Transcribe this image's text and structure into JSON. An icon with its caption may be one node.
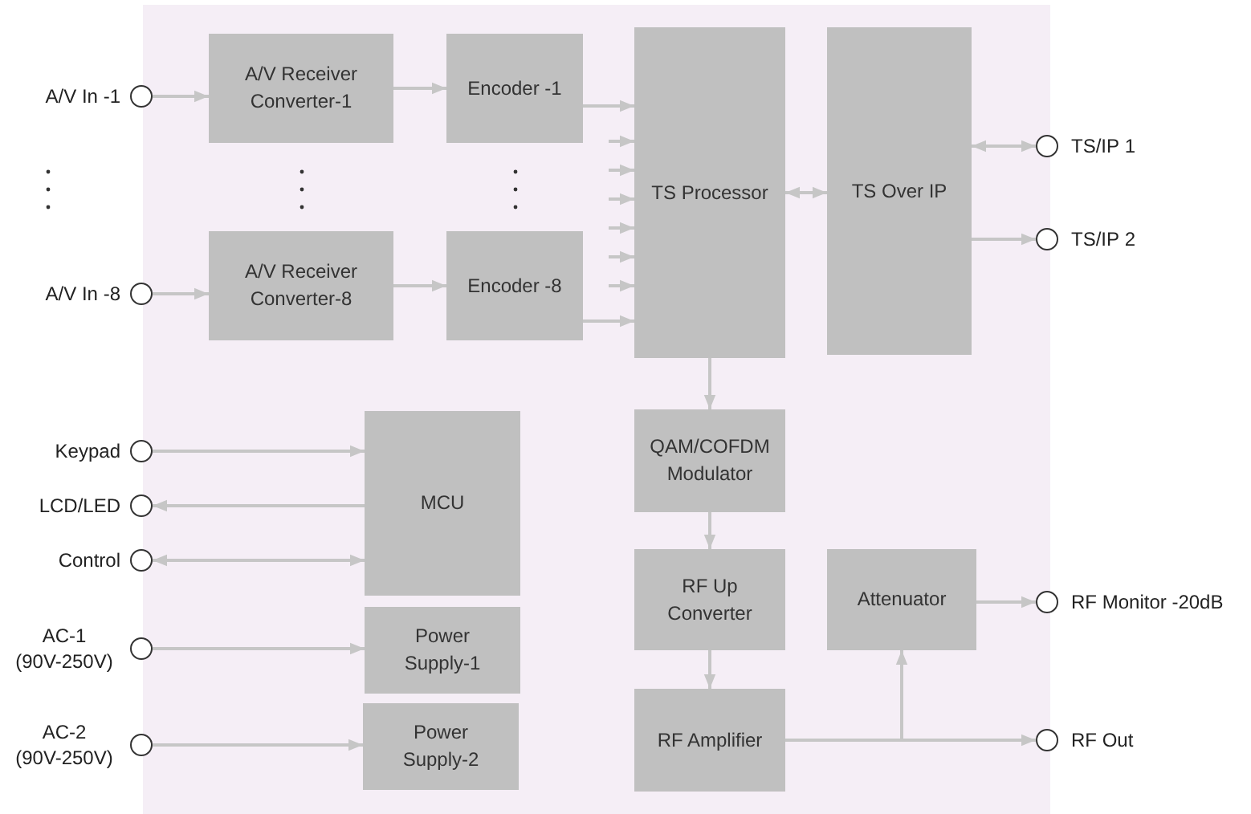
{
  "diagram": {
    "nodes": [
      {
        "text": [],
        "shape": "circle",
        "beside": [
          "A/V In -1"
        ]
      },
      {
        "text": [
          "A/V Receiver Converter-1"
        ]
      },
      {
        "text": [
          "Encoder -1"
        ]
      },
      {
        "text": [
          "TS Processor"
        ]
      },
      {
        "text": [
          "TS Over IP"
        ]
      },
      {
        "text": [],
        "shape": "circle",
        "beside": [
          "TS/IP 1"
        ]
      },
      {
        "text": [],
        "shape": "circle",
        "beside": [
          "TS/IP 2"
        ]
      },
      {
        "text": [],
        "shape": "circle",
        "beside": [
          "A/V In -8"
        ]
      },
      {
        "text": [
          "A/V Receiver Converter-8"
        ]
      },
      {
        "text": [
          "Encoder -8"
        ]
      },
      {
        "text": [],
        "shape": "circle",
        "beside": [
          "Keypad"
        ]
      },
      {
        "text": [
          "MCU"
        ]
      },
      {
        "text": [
          "QAM/COFDM Modulator"
        ]
      },
      {
        "text": [],
        "shape": "circle",
        "beside": [
          "LCD/LED"
        ]
      },
      {
        "text": [],
        "shape": "circle",
        "beside": [
          "Control"
        ]
      },
      {
        "text": [],
        "shape": "circle",
        "beside": [
          "AC-1 (90V-250V)"
        ]
      },
      {
        "text": [
          "Power Supply-1"
        ]
      },
      {
        "text": [
          "RF Up Converter"
        ]
      },
      {
        "text": [
          "Attenuator"
        ]
      },
      {
        "text": [],
        "shape": "circle",
        "beside": [
          "RF Monitor -20dB"
        ]
      },
      {
        "text": [],
        "shape": "circle",
        "beside": [
          "AC-2 (90V-250V)"
        ]
      },
      {
        "text": [
          "Power Supply-2"
        ]
      },
      {
        "text": [
          "RF Amplifier"
        ]
      },
      {
        "text": [],
        "shape": "circle",
        "beside": [
          "RF Out"
        ]
      }
    ],
    "edges": [
      {
        "from": 0,
        "to": 1,
        "arrow": "to"
      },
      {
        "from": 1,
        "to": 2,
        "arrow": "to"
      },
      {
        "from": 2,
        "to": 3,
        "arrow": "to"
      },
      {
        "from": null,
        "to": 3,
        "arrow": "to"
      },
      {
        "from": null,
        "to": 3,
        "arrow": "to"
      },
      {
        "from": null,
        "to": 3,
        "arrow": "to"
      },
      {
        "from": null,
        "to": 3,
        "arrow": "to"
      },
      {
        "from": null,
        "to": 3,
        "arrow": "to"
      },
      {
        "from": null,
        "to": 3,
        "arrow": "to"
      },
      {
        "from": 7,
        "to": 8,
        "arrow": "to"
      },
      {
        "from": 8,
        "to": 9,
        "arrow": "to"
      },
      {
        "from": 9,
        "to": 3,
        "arrow": "to"
      },
      {
        "from": 3,
        "to": 4,
        "arrow": "both"
      },
      {
        "from": 4,
        "to": 5,
        "arrow": "both"
      },
      {
        "from": 4,
        "to": 6,
        "arrow": "to"
      },
      {
        "from": 3,
        "to": 12,
        "arrow": "to"
      },
      {
        "from": 10,
        "to": 11,
        "arrow": "to"
      },
      {
        "from": 11,
        "to": 13,
        "arrow": "to"
      },
      {
        "from": 14,
        "to": 11,
        "arrow": "both"
      },
      {
        "from": 15,
        "to": 16,
        "arrow": "to"
      },
      {
        "from": 20,
        "to": 21,
        "arrow": "to"
      },
      {
        "from": 12,
        "to": 17,
        "arrow": "to"
      },
      {
        "from": 17,
        "to": 22,
        "arrow": "to"
      },
      {
        "from": 22,
        "to": 18,
        "arrow": "to"
      },
      {
        "from": 18,
        "to": 19,
        "arrow": "to"
      },
      {
        "from": 22,
        "to": 23,
        "arrow": "to"
      }
    ]
  }
}
